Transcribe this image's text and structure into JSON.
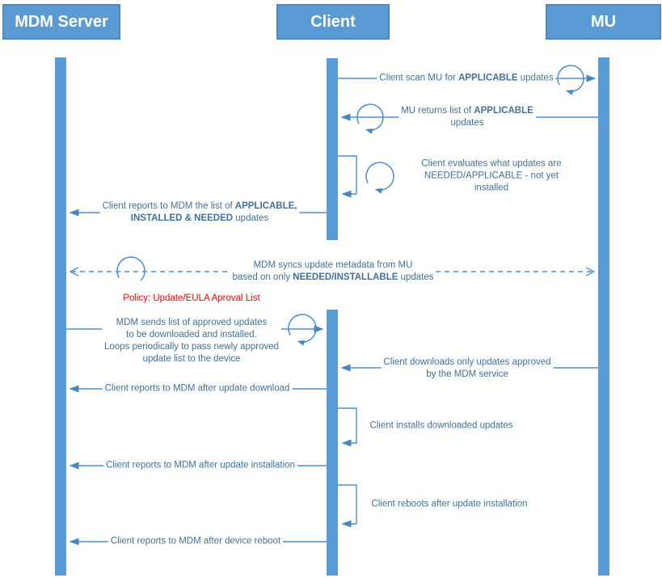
{
  "colors": {
    "accent": "#5B9BD5",
    "box_border": "#4A89C4",
    "line": "#4F8FCB",
    "arrowhead": "#4A86C2",
    "text": "#41719C",
    "policy_red": "#FF0000"
  },
  "actors": [
    {
      "id": "mdm",
      "label": "MDM Server"
    },
    {
      "id": "client",
      "label": "Client"
    },
    {
      "id": "mu",
      "label": "MU"
    }
  ],
  "icons": [
    {
      "name": "loop-arrow-icon",
      "meaning": "repeats / self-processing circular arrow"
    }
  ],
  "messages": [
    {
      "name": "scan",
      "from": "Client",
      "to": "MU",
      "style": "solid",
      "loop_icon": true,
      "segments": [
        {
          "t": "Client scan MU for "
        },
        {
          "t": "APPLICABLE",
          "b": true
        },
        {
          "t": " updates"
        }
      ]
    },
    {
      "name": "return-applicable",
      "from": "MU",
      "to": "Client",
      "style": "solid",
      "loop_icon": true,
      "segments": [
        {
          "t": "MU returns list of "
        },
        {
          "t": "APPLICABLE",
          "b": true
        },
        {
          "t": "\nupdates"
        }
      ]
    },
    {
      "name": "evaluate",
      "from": "Client",
      "to": "Client",
      "style": "self",
      "loop_icon": true,
      "segments": [
        {
          "t": "Client evaluates what updates are\nNEEDED/APPLICABLE - not yet installed"
        }
      ]
    },
    {
      "name": "report-list",
      "from": "Client",
      "to": "MDM Server",
      "style": "solid",
      "segments": [
        {
          "t": "Client reports to MDM the list of "
        },
        {
          "t": "APPLICABLE,\nINSTALLED & NEEDED",
          "b": true
        },
        {
          "t": " updates"
        }
      ]
    },
    {
      "name": "sync-metadata",
      "from": "MDM Server",
      "to": "MU",
      "style": "dashed-bidirectional",
      "loop_icon": true,
      "segments": [
        {
          "t": "MDM syncs update metadata from MU\nbased on only "
        },
        {
          "t": "NEEDED/INSTALLABLE",
          "b": true
        },
        {
          "t": " updates"
        }
      ]
    },
    {
      "name": "policy-approval",
      "from": "MDM Server",
      "to": "Client",
      "style": "solid",
      "loop_icon": true,
      "title_segments": [
        {
          "t": "Policy: Update/EULA Aproval List"
        }
      ],
      "segments": [
        {
          "t": "MDM sends list of approved updates\nto be downloaded and installed.\nLoops periodically to pass newly approved\nupdate list to the device"
        }
      ]
    },
    {
      "name": "download",
      "from": "MU",
      "to": "Client",
      "style": "solid",
      "segments": [
        {
          "t": "Client downloads only updates approved\nby the MDM service"
        }
      ]
    },
    {
      "name": "report-download",
      "from": "Client",
      "to": "MDM Server",
      "style": "solid",
      "segments": [
        {
          "t": "Client reports to MDM after update download"
        }
      ]
    },
    {
      "name": "install",
      "from": "Client",
      "to": "Client",
      "style": "self",
      "segments": [
        {
          "t": "Client installs downloaded updates"
        }
      ]
    },
    {
      "name": "report-install",
      "from": "Client",
      "to": "MDM Server",
      "style": "solid",
      "segments": [
        {
          "t": "Client reports to MDM after update installation"
        }
      ]
    },
    {
      "name": "reboot",
      "from": "Client",
      "to": "Client",
      "style": "self",
      "segments": [
        {
          "t": "Client reboots after update installation"
        }
      ]
    },
    {
      "name": "report-reboot",
      "from": "Client",
      "to": "MDM Server",
      "style": "solid",
      "segments": [
        {
          "t": "Client reports to MDM after device reboot"
        }
      ]
    }
  ]
}
